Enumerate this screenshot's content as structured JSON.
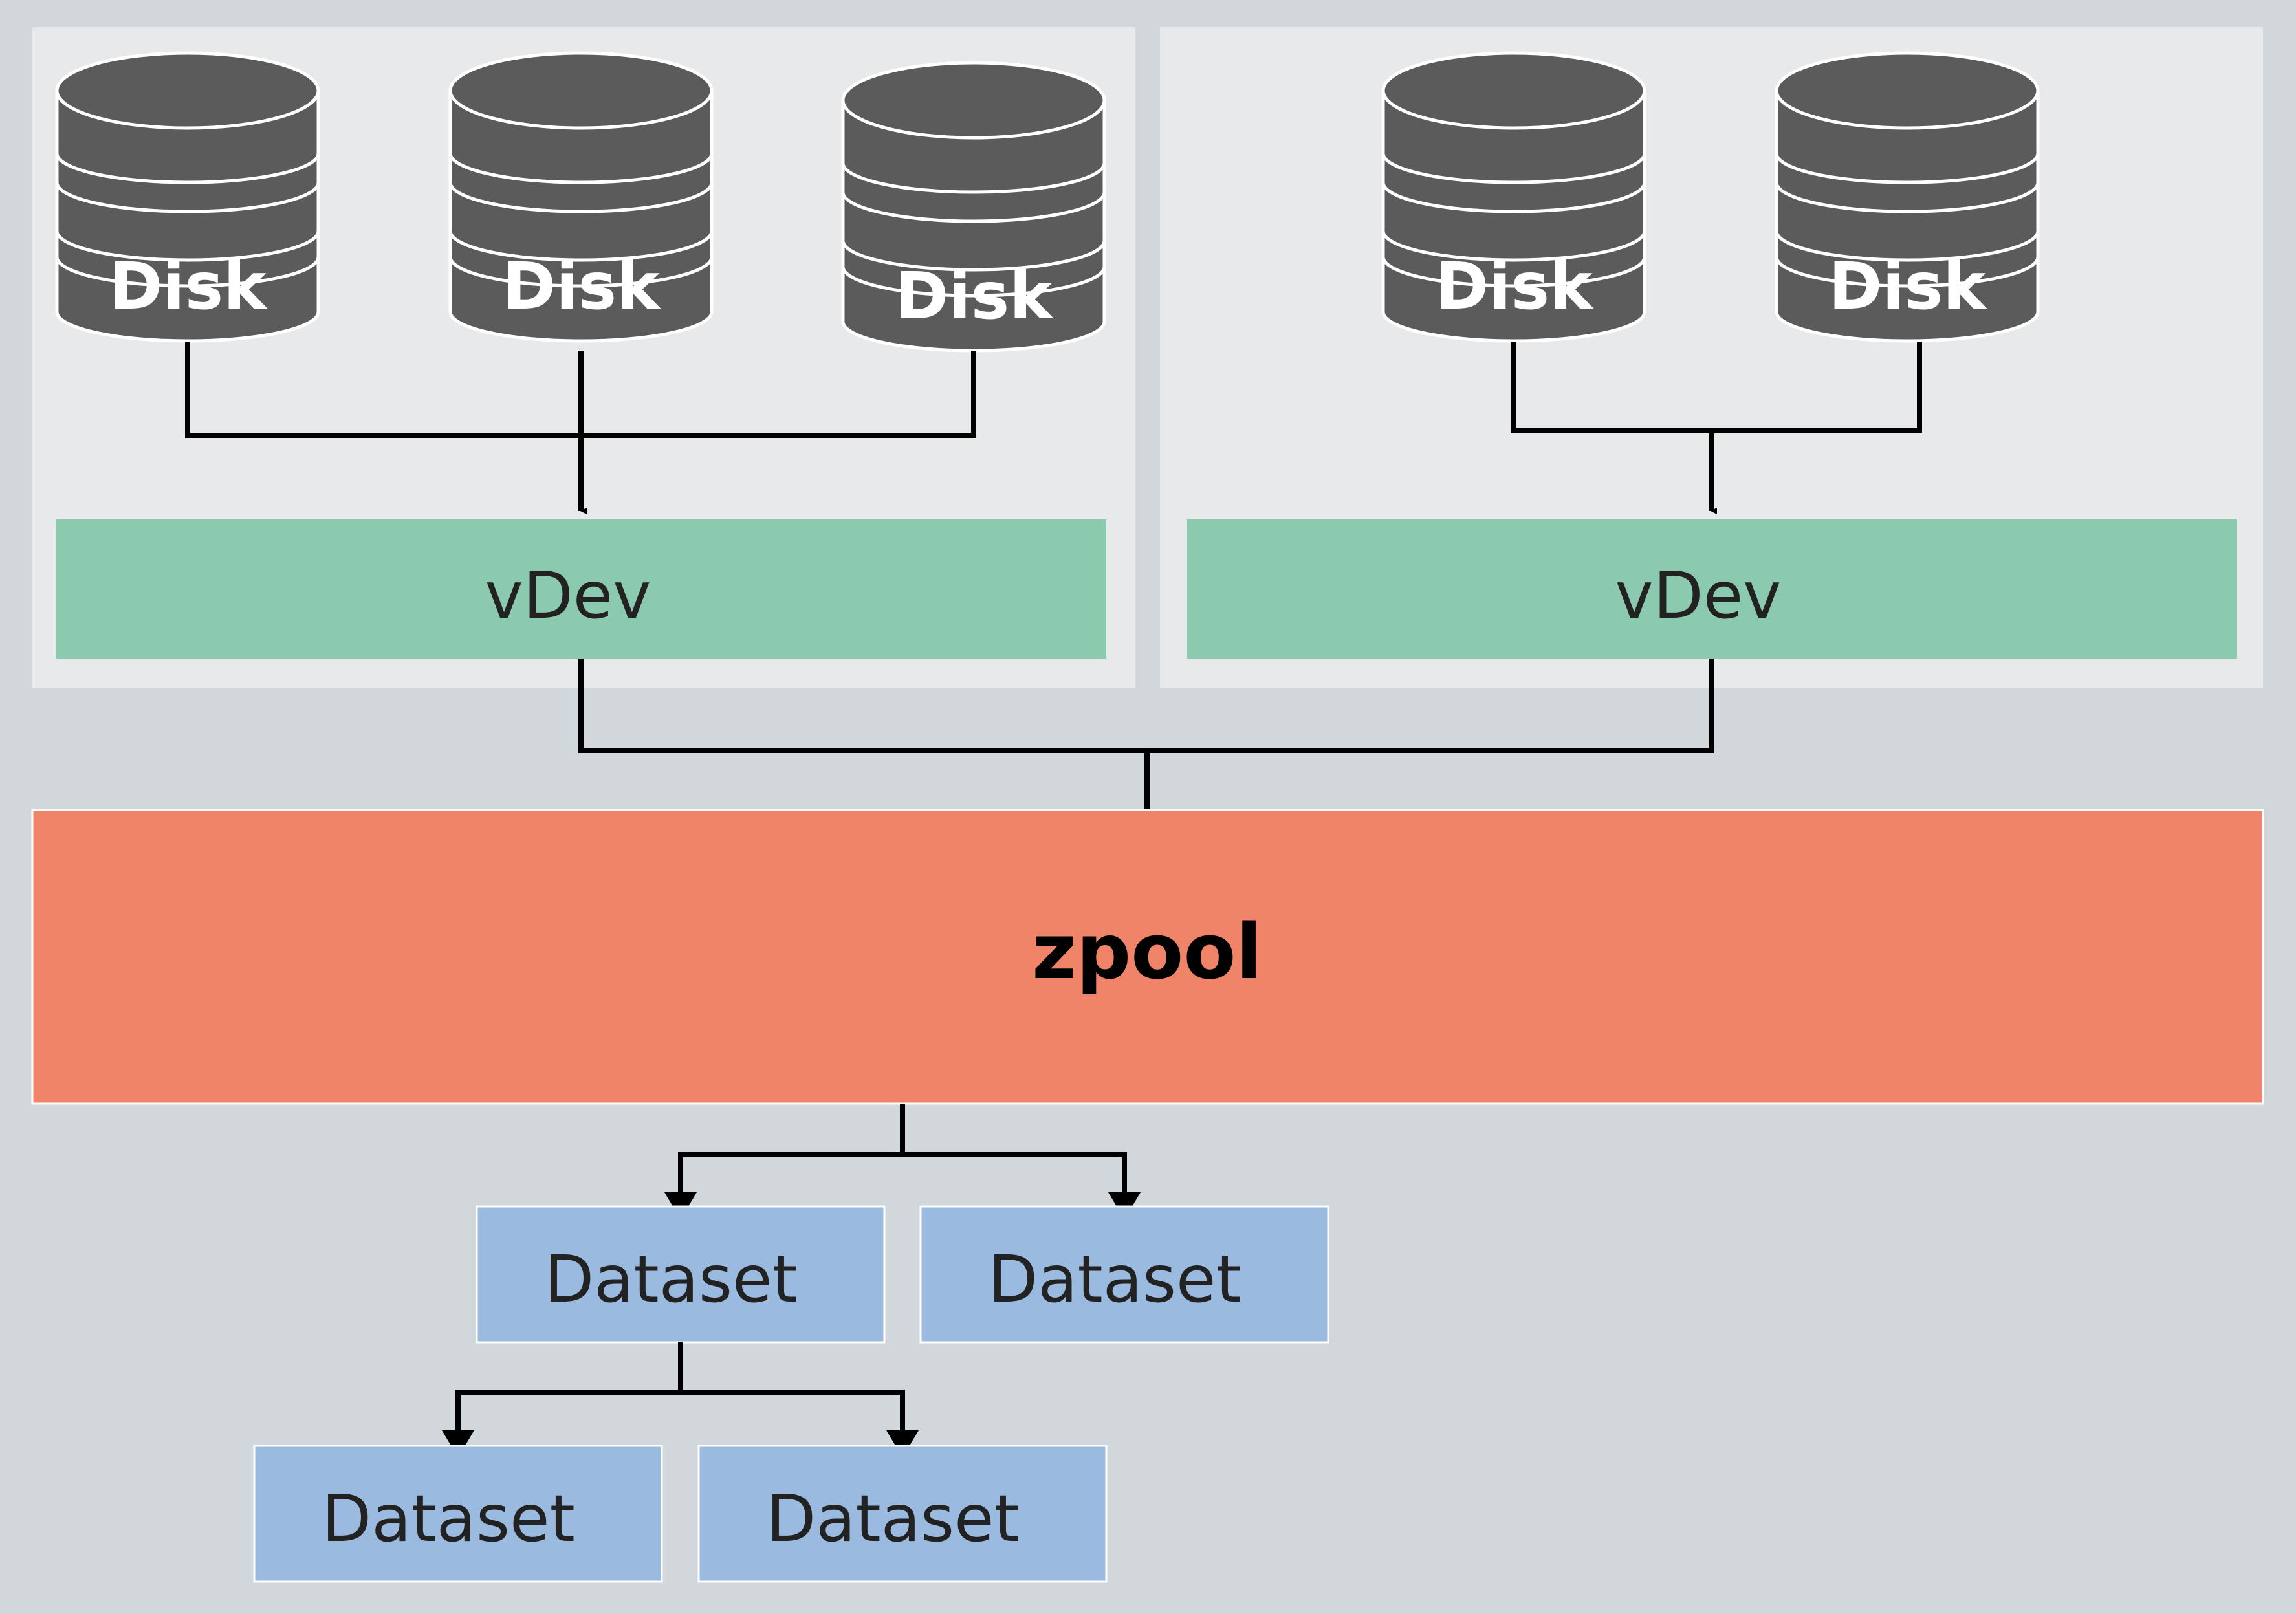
{
  "colors": {
    "background": "#d2d7db",
    "group_panel": "#e8e9eb",
    "disk_fill": "#5b5b5b",
    "disk_stroke": "#ffffff",
    "vdev_fill": "#8ccaaf",
    "zpool_fill": "#f08468",
    "dataset_fill": "#9bbae0",
    "connector": "#000000",
    "dark_text": "#222222"
  },
  "groups": [
    {
      "disks": [
        {
          "label": "Disk"
        },
        {
          "label": "Disk"
        },
        {
          "label": "Disk"
        }
      ],
      "vdev": {
        "label": "vDev"
      }
    },
    {
      "disks": [
        {
          "label": "Disk"
        },
        {
          "label": "Disk"
        }
      ],
      "vdev": {
        "label": "vDev"
      }
    }
  ],
  "zpool": {
    "label": "zpool"
  },
  "datasets": {
    "top": [
      {
        "label": "Dataset"
      },
      {
        "label": "Dataset"
      }
    ],
    "children": [
      {
        "label": "Dataset"
      },
      {
        "label": "Dataset"
      }
    ]
  }
}
